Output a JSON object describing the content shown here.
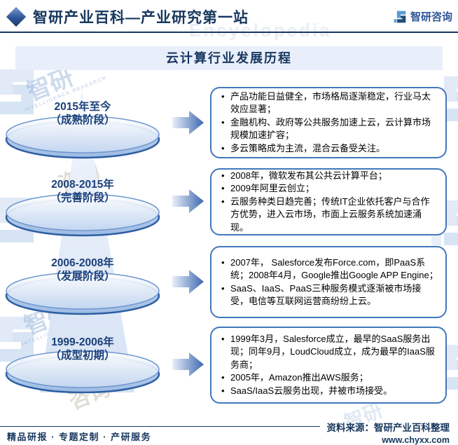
{
  "header": {
    "title": "智研产业百科—产业研究第一站",
    "logo_text": "智研咨询"
  },
  "banner": {
    "title": "云计算行业发展历程"
  },
  "stages": [
    {
      "period": "2015年至今",
      "phase": "（成熟阶段）",
      "bullets": [
        "产品功能日益健全，市场格局逐渐稳定，行业马太效应显著；",
        "金融机构、政府等公共服务加速上云，云计算市场规模加速扩容；",
        "多云策略成为主流，混合云备受关注。"
      ]
    },
    {
      "period": "2008-2015年",
      "phase": "（完善阶段）",
      "bullets": [
        "2008年，微软发布其公共云计算平台；",
        "2009年阿里云创立；",
        "云服务种类日趋完善；传统IT企业依托客户与合作方优势，进入云市场，市面上云服务系统加速涌现。"
      ]
    },
    {
      "period": "2006-2008年",
      "phase": "（发展阶段）",
      "bullets": [
        "2007年， Salesforce发布Force.com，即PaaS系统；2008年4月，Google推出Google APP Engine；",
        "SaaS、IaaS、PaaS三种服务模式逐渐被市场接受，电信等互联网运营商纷纷上云。"
      ]
    },
    {
      "period": "1999-2006年",
      "phase": "（成型初期）",
      "bullets": [
        "1999年3月，Salesforce成立，最早的SaaS服务出现；同年9月，LoudCloud成立，成为最早的IaaS服务商；",
        "2005年，Amazon推出AWS服务；",
        "SaaS/IaaS云服务出现，并被市场接受。"
      ]
    }
  ],
  "footer": {
    "services": "精品研报 · 专题定制 · 产研服务",
    "source": "资料来源：智研产业百科整理",
    "website": "www.chyxx.com"
  },
  "watermark": {
    "brand": "智研",
    "brand2": "咨询",
    "caption": "INTELLIGENCE RESEARCH",
    "header_faint": "Encyclopedia"
  },
  "colors": {
    "navy": "#17375e",
    "label_blue": "#1b4079",
    "box_border": "#4277bd",
    "banner_bg": "#e9effa",
    "disc_rim": "#2e5fa3",
    "arrow_blue": "#3e68b0"
  }
}
